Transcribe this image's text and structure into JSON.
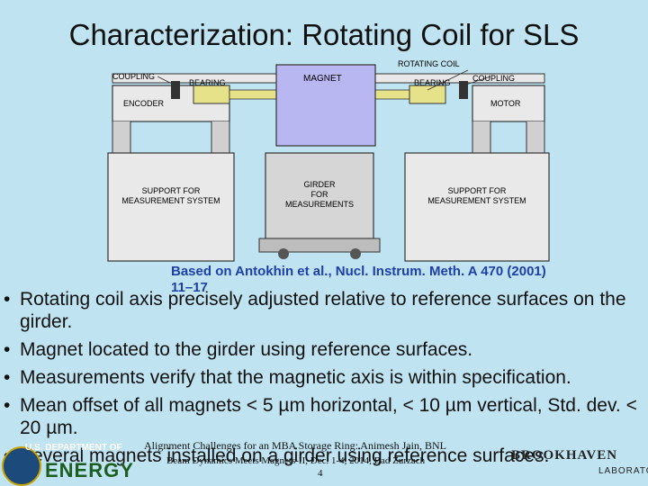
{
  "slide": {
    "title": "Characterization: Rotating Coil for SLS",
    "citation": "Based on Antokhin et al., Nucl. Instrum. Meth. A 470 (2001) 11–17",
    "bullets": [
      "Rotating coil axis precisely adjusted relative to reference surfaces on the girder.",
      "Magnet located to the girder using reference surfaces.",
      "Measurements verify that the magnetic axis is within specification.",
      "Mean offset of all magnets < 5 µm horizontal, < 10 µm vertical, Std. dev. < 20 µm.",
      "Several magnets installed on a girder using reference surfaces."
    ],
    "bullet_dot": "•",
    "footer_line1": "Alignment Challenges for an MBA Storage Ring: Animesh Jain, BNL",
    "footer_line2": "Beam Dynamics Meets Magnets-II, Dec. 1-4, 2014, Bad Zurzach",
    "page_number": "4"
  },
  "diagram": {
    "labels": {
      "coupling_left": "COUPLING",
      "bearing_left": "BEARING",
      "magnet": "MAGNET",
      "rotating_coil": "ROTATING COIL",
      "coupling_right": "COUPLING",
      "bearing_right": "BEARING",
      "encoder": "ENCODER",
      "motor": "MOTOR",
      "support_left_1": "SUPPORT FOR",
      "support_left_2": "MEASUREMENT SYSTEM",
      "girder_1": "GIRDER",
      "girder_2": "FOR",
      "girder_3": "MEASUREMENTS",
      "support_right_1": "SUPPORT FOR",
      "support_right_2": "MEASUREMENT SYSTEM"
    }
  },
  "logos": {
    "doe_line1": "U.S. DEPARTMENT OF",
    "doe_line2": "ENERGY",
    "bnl_line1": "BROOKHAVEN",
    "bnl_line2": "LABORATORY"
  },
  "colors": {
    "background": "#bfe3f1",
    "citation": "#1f3fa8",
    "magnet": "#b9b7f2",
    "bearing": "#e6e28a"
  }
}
